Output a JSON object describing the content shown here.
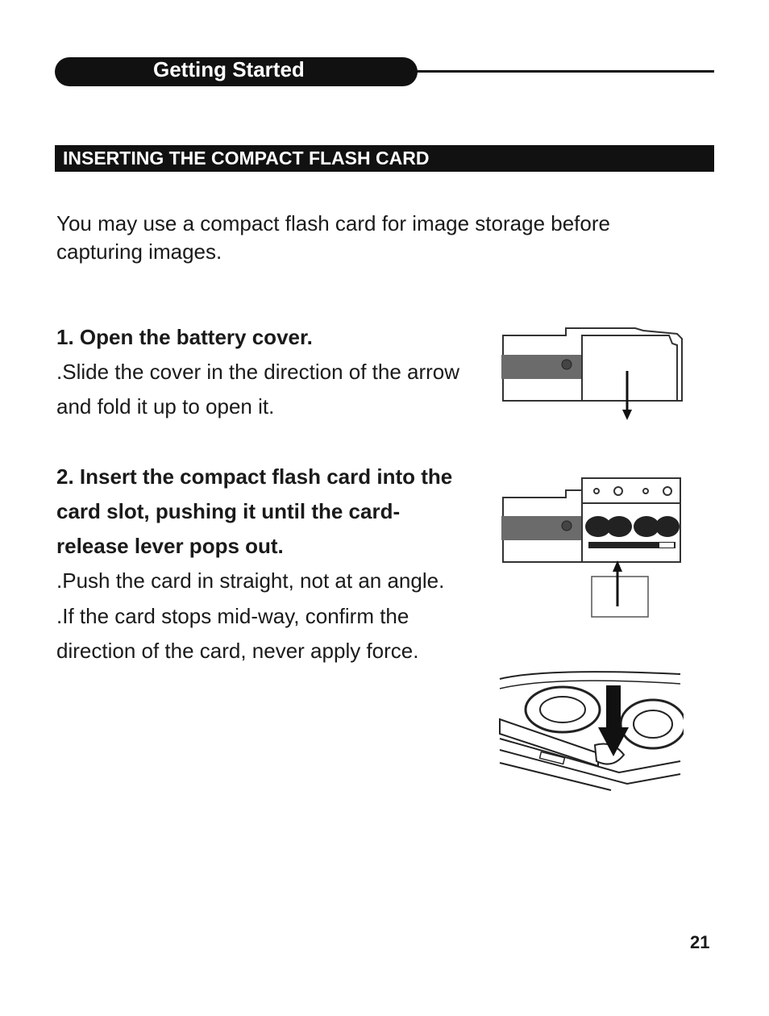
{
  "header": {
    "section_label": "Getting Started"
  },
  "section": {
    "title": "INSERTING THE COMPACT FLASH CARD"
  },
  "intro": "You may use a compact flash card for image storage before capturing images.",
  "steps": [
    {
      "title": "1. Open the battery cover.",
      "notes": [
        ".Slide the cover in the direction of the arrow and fold it up to open it."
      ]
    },
    {
      "title": "2. Insert the compact flash card into the card slot, pushing it until the card- release lever pops out.",
      "notes": [
        ".Push the card in straight, not at an angle.",
        ".If the card stops mid-way, confirm the direction of the card, never apply force."
      ]
    }
  ],
  "page_number": "21"
}
